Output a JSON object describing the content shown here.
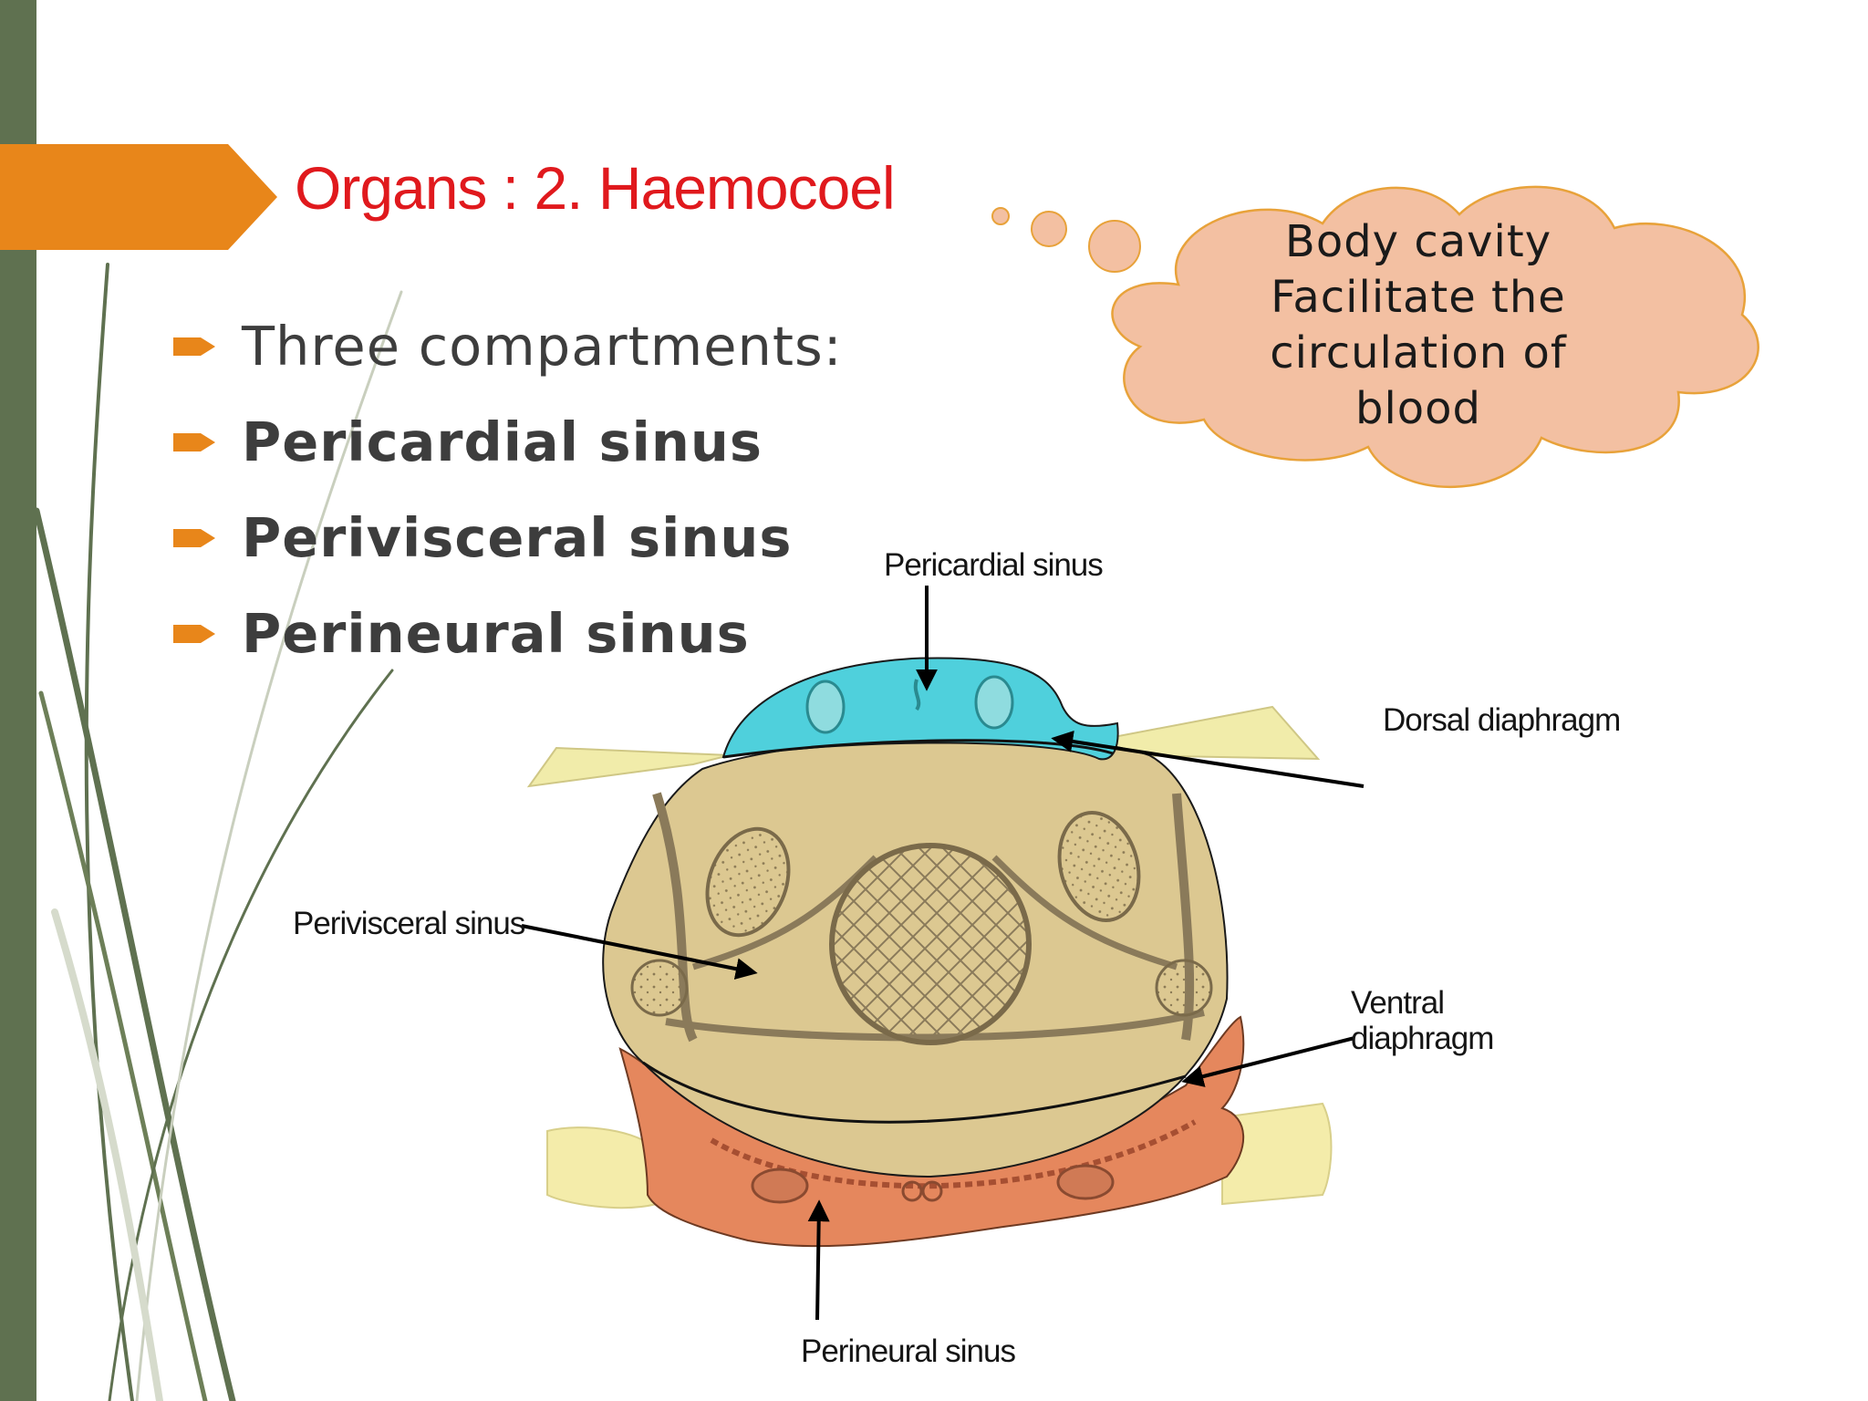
{
  "slide": {
    "title": "Organs : 2. Haemocoel",
    "bullets": [
      {
        "text": "Three compartments:",
        "bold": false
      },
      {
        "text": "Pericardial sinus",
        "bold": true
      },
      {
        "text": "Perivisceral sinus",
        "bold": true
      },
      {
        "text": "Perineural sinus",
        "bold": true
      }
    ],
    "cloud_lines": [
      "Body cavity",
      "Facilitate the",
      "circulation of",
      "blood"
    ]
  },
  "diagram": {
    "labels": {
      "pericardial": "Pericardial sinus",
      "dorsal": "Dorsal diaphragm",
      "perivisceral": "Perivisceral sinus",
      "ventral_line1": "Ventral",
      "ventral_line2": "diaphragm",
      "perineural": "Perineural sinus"
    }
  },
  "colors": {
    "title": "#e0191d",
    "accent": "#e8861a",
    "side_bar": "#5f7150",
    "cloud_fill": "#f3c0a2",
    "cloud_stroke": "#e8a23a",
    "pericardial_fill": "#4fd0dc",
    "perivisceral_fill": "#dcc891",
    "perineural_fill": "#e5875d"
  },
  "icons": {
    "bullet": "arrow-bullet-icon"
  }
}
